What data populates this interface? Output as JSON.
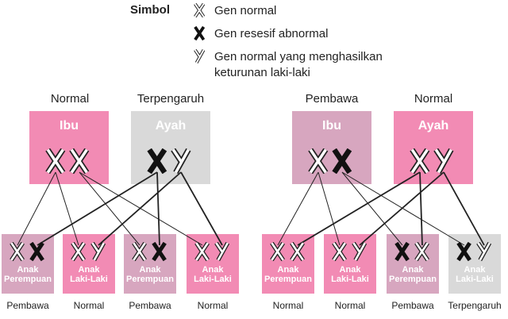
{
  "legend": {
    "title": "Simbol",
    "items": [
      {
        "symbol": "X",
        "kind": "normal",
        "text": "Gen normal"
      },
      {
        "symbol": "X",
        "kind": "abnormal",
        "text": "Gen resesif abnormal"
      },
      {
        "symbol": "Y",
        "kind": "normal",
        "text": "Gen normal yang menghasilkan\nketurunan laki-laki"
      }
    ]
  },
  "colors": {
    "pink": "#f28bb4",
    "rose": "#d7a6bf",
    "grey": "#d9d9d9",
    "line": "#222222"
  },
  "families": [
    {
      "id": "left",
      "parents": [
        {
          "status": "Normal",
          "label": "Ibu",
          "color": "pink",
          "genes": [
            {
              "s": "X",
              "k": "n"
            },
            {
              "s": "X",
              "k": "n"
            }
          ]
        },
        {
          "status": "Terpengaruh",
          "label": "Ayah",
          "color": "grey",
          "genes": [
            {
              "s": "X",
              "k": "a"
            },
            {
              "s": "Y",
              "k": "n"
            }
          ]
        }
      ],
      "children": [
        {
          "label": "Anak\nPerempuan",
          "status": "Pembawa",
          "color": "rose",
          "genes": [
            {
              "s": "X",
              "k": "n"
            },
            {
              "s": "X",
              "k": "a"
            }
          ]
        },
        {
          "label": "Anak\nLaki-Laki",
          "status": "Normal",
          "color": "pink",
          "genes": [
            {
              "s": "X",
              "k": "n"
            },
            {
              "s": "Y",
              "k": "n"
            }
          ]
        },
        {
          "label": "Anak\nPerempuan",
          "status": "Pembawa",
          "color": "rose",
          "genes": [
            {
              "s": "X",
              "k": "n"
            },
            {
              "s": "X",
              "k": "a"
            }
          ]
        },
        {
          "label": "Anak\nLaki-Laki",
          "status": "Normal",
          "color": "pink",
          "genes": [
            {
              "s": "X",
              "k": "n"
            },
            {
              "s": "Y",
              "k": "n"
            }
          ]
        }
      ]
    },
    {
      "id": "right",
      "parents": [
        {
          "status": "Pembawa",
          "label": "Ibu",
          "color": "rose",
          "genes": [
            {
              "s": "X",
              "k": "n"
            },
            {
              "s": "X",
              "k": "a"
            }
          ]
        },
        {
          "status": "Normal",
          "label": "Ayah",
          "color": "pink",
          "genes": [
            {
              "s": "X",
              "k": "n"
            },
            {
              "s": "Y",
              "k": "n"
            }
          ]
        }
      ],
      "children": [
        {
          "label": "Anak\nPerempuan",
          "status": "Normal",
          "color": "pink",
          "genes": [
            {
              "s": "X",
              "k": "n"
            },
            {
              "s": "X",
              "k": "n"
            }
          ]
        },
        {
          "label": "Anak\nLaki-Laki",
          "status": "Normal",
          "color": "pink",
          "genes": [
            {
              "s": "X",
              "k": "n"
            },
            {
              "s": "Y",
              "k": "n"
            }
          ]
        },
        {
          "label": "Anak\nPerempuan",
          "status": "Pembawa",
          "color": "rose",
          "genes": [
            {
              "s": "X",
              "k": "a"
            },
            {
              "s": "X",
              "k": "n"
            }
          ]
        },
        {
          "label": "Anak\nLaki-Laki",
          "status": "Terpengaruh",
          "color": "grey",
          "genes": [
            {
              "s": "X",
              "k": "a"
            },
            {
              "s": "Y",
              "k": "n"
            }
          ]
        }
      ]
    }
  ]
}
